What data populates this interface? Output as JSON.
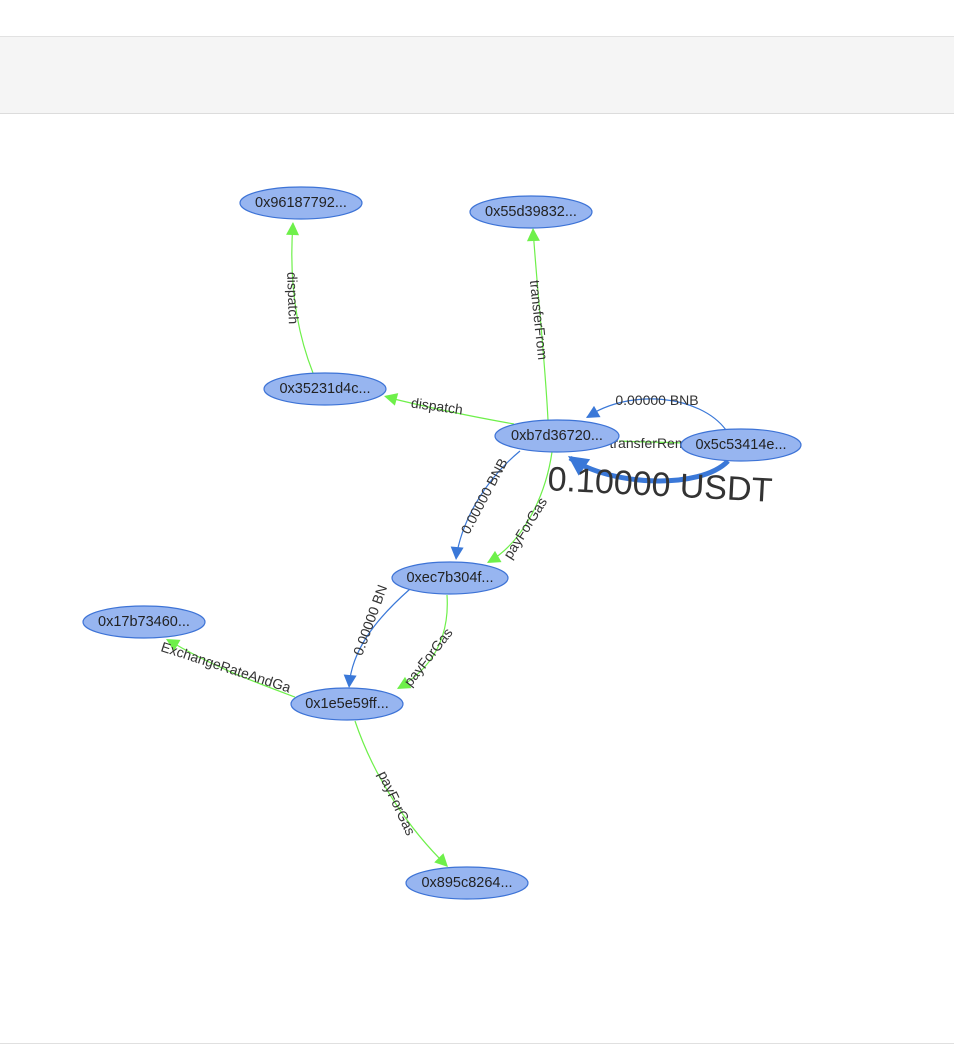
{
  "colors": {
    "node_fill": "#97b5f0",
    "node_stroke": "#3d73d6",
    "call_edge": "#6ef04a",
    "value_edge": "#3a78d8"
  },
  "nodes": [
    {
      "id": "n1",
      "label": "0x96187792..."
    },
    {
      "id": "n2",
      "label": "0x55d39832..."
    },
    {
      "id": "n3",
      "label": "0x35231d4c..."
    },
    {
      "id": "n4",
      "label": "0xb7d36720..."
    },
    {
      "id": "n5",
      "label": "0x5c53414e..."
    },
    {
      "id": "n6",
      "label": "0xec7b304f..."
    },
    {
      "id": "n7",
      "label": "0x17b73460..."
    },
    {
      "id": "n8",
      "label": "0x1e5e59ff..."
    },
    {
      "id": "n9",
      "label": "0x895c8264..."
    }
  ],
  "edges": [
    {
      "id": "e1",
      "from": "n3",
      "to": "n1",
      "label": "dispatch",
      "kind": "call"
    },
    {
      "id": "e2",
      "from": "n4",
      "to": "n3",
      "label": "dispatch",
      "kind": "call"
    },
    {
      "id": "e3",
      "from": "n4",
      "to": "n2",
      "label": "transferFrom",
      "kind": "call"
    },
    {
      "id": "e4",
      "from": "n5",
      "to": "n4",
      "label": "0.00000  BNB",
      "kind": "value"
    },
    {
      "id": "e5",
      "from": "n5",
      "to": "n4",
      "label": "transferRem",
      "kind": "call"
    },
    {
      "id": "e6",
      "from": "n5",
      "to": "n4",
      "label": "0.10000  USDT",
      "kind": "value_big"
    },
    {
      "id": "e7",
      "from": "n4",
      "to": "n6",
      "label": "0.00000  BNB",
      "kind": "value"
    },
    {
      "id": "e8",
      "from": "n4",
      "to": "n6",
      "label": "payForGas",
      "kind": "call"
    },
    {
      "id": "e9",
      "from": "n6",
      "to": "n8",
      "label": "0.00000  BN",
      "kind": "value"
    },
    {
      "id": "e10",
      "from": "n6",
      "to": "n8",
      "label": "payForGas",
      "kind": "call"
    },
    {
      "id": "e11",
      "from": "n8",
      "to": "n7",
      "label": "ExchangeRateAndGa",
      "kind": "call"
    },
    {
      "id": "e12",
      "from": "n8",
      "to": "n9",
      "label": "payForGas",
      "kind": "call"
    }
  ]
}
